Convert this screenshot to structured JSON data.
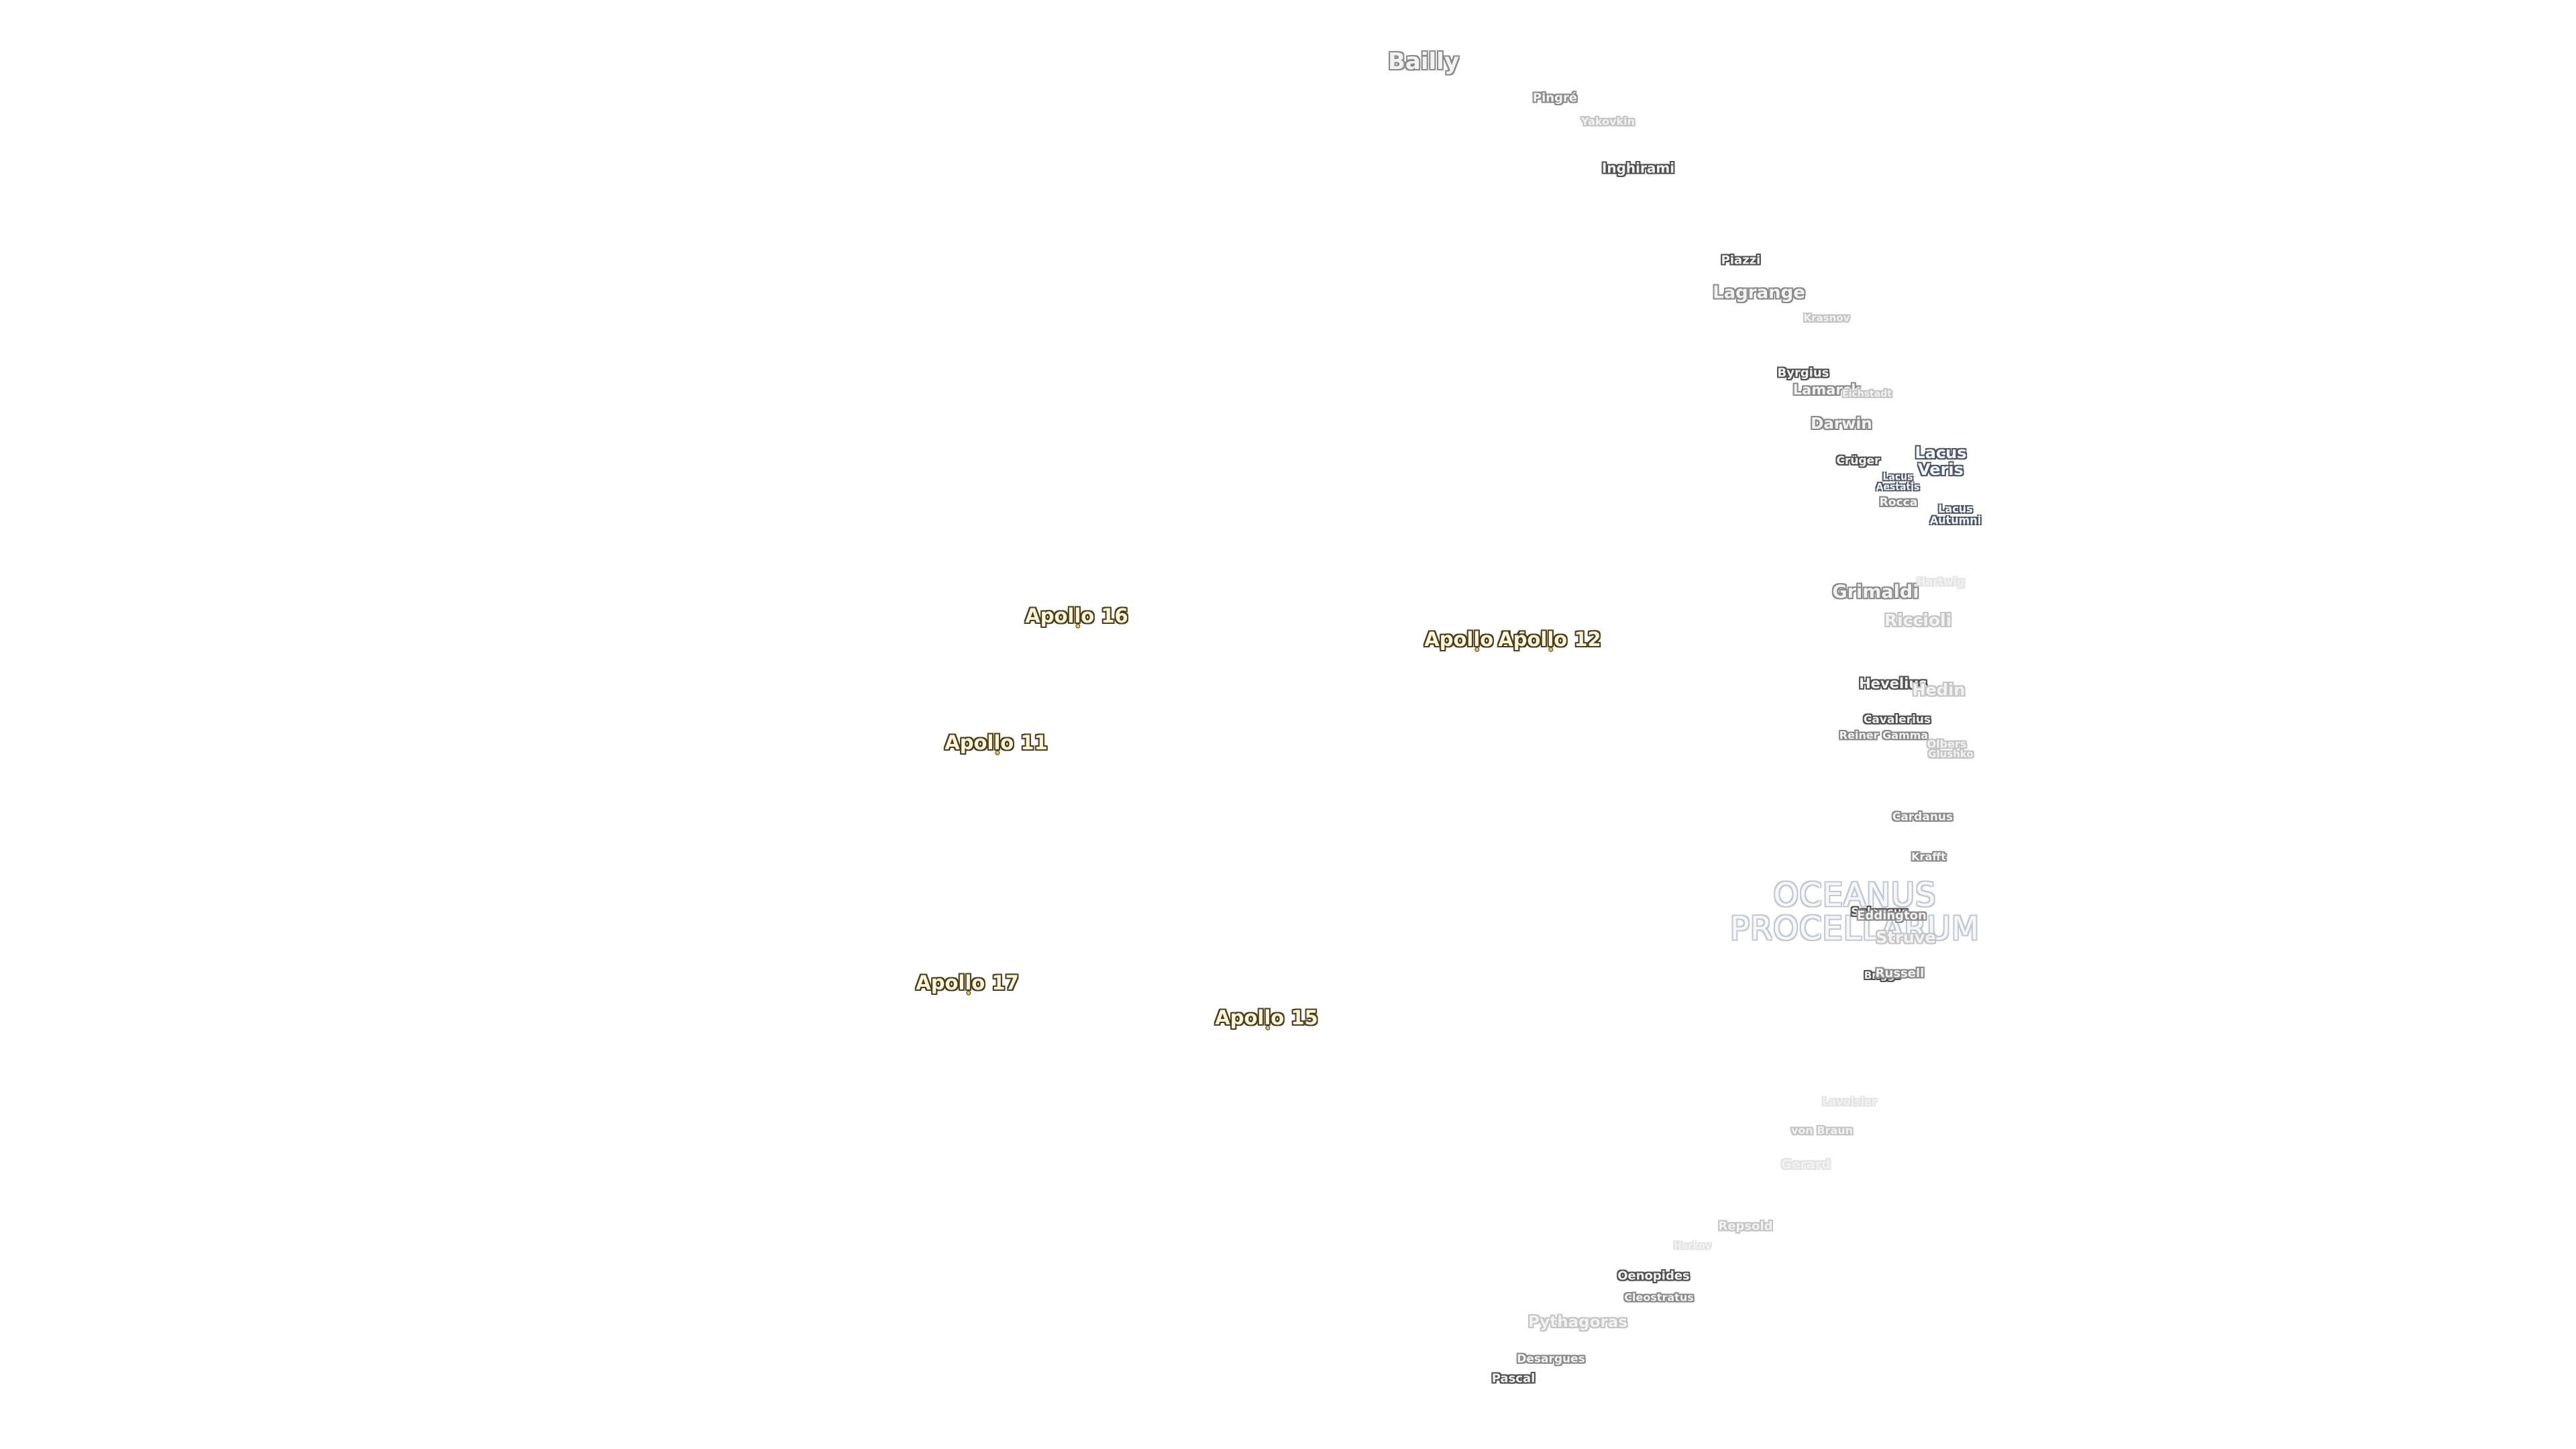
{
  "map": {
    "accent_colors": {
      "apollo_fill": "#fff6d8",
      "apollo_outline": "#4a3d20",
      "feature_outline": "#505050",
      "ocean_outline": "#c2c8d2"
    },
    "apollo_sites": [
      {
        "name": "Apollo 16"
      },
      {
        "name": "Apollo 14"
      },
      {
        "name": "Apollo 12"
      },
      {
        "name": "Apollo 11"
      },
      {
        "name": "Apollo 17"
      },
      {
        "name": "Apollo 15"
      }
    ],
    "mare": {
      "line1": "OCEANUS",
      "line2": "PROCELLARUM"
    },
    "lacus": [
      {
        "line1": "Lacus",
        "line2": "Veris"
      },
      {
        "line1": "Lacus",
        "line2": "Aestatis"
      },
      {
        "line1": "Lacus",
        "line2": "Autumni"
      }
    ],
    "craters": [
      {
        "name": "Bailly"
      },
      {
        "name": "Pingré"
      },
      {
        "name": "Yakovkin"
      },
      {
        "name": "Inghirami"
      },
      {
        "name": "Piazzi"
      },
      {
        "name": "Lagrange"
      },
      {
        "name": "Krasnov"
      },
      {
        "name": "Byrgius"
      },
      {
        "name": "Lamarck"
      },
      {
        "name": "Eichstadt"
      },
      {
        "name": "Darwin"
      },
      {
        "name": "Crüger"
      },
      {
        "name": "Rocca"
      },
      {
        "name": "Grimaldi"
      },
      {
        "name": "Hartwig"
      },
      {
        "name": "Riccioli"
      },
      {
        "name": "Hevelius"
      },
      {
        "name": "Hedin"
      },
      {
        "name": "Cavalerius"
      },
      {
        "name": "Reiner Gamma"
      },
      {
        "name": "Olbers"
      },
      {
        "name": "Glushko"
      },
      {
        "name": "Cardanus"
      },
      {
        "name": "Krafft"
      },
      {
        "name": "Seleucus"
      },
      {
        "name": "Eddington"
      },
      {
        "name": "Struve"
      },
      {
        "name": "Briggs"
      },
      {
        "name": "Russell"
      },
      {
        "name": "Lavoisier"
      },
      {
        "name": "von Braun"
      },
      {
        "name": "Gerard"
      },
      {
        "name": "Repsold"
      },
      {
        "name": "Harkov"
      },
      {
        "name": "Oenopides"
      },
      {
        "name": "Cleostratus"
      },
      {
        "name": "Pythagoras"
      },
      {
        "name": "Desargues"
      },
      {
        "name": "Pascal"
      }
    ]
  }
}
